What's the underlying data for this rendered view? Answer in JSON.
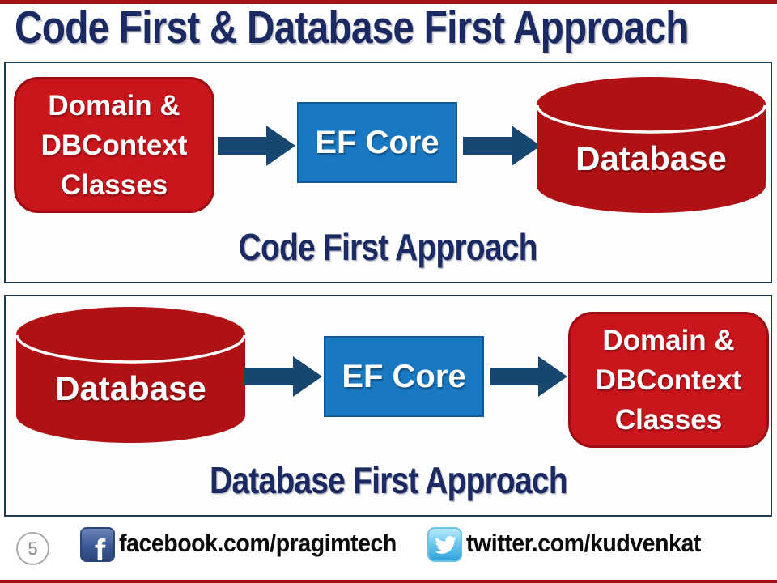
{
  "slide": {
    "title": "Code First & Database First Approach",
    "panels": [
      {
        "id": "code-first",
        "label": "Code First Approach",
        "nodes": [
          {
            "type": "rounded-rect",
            "lines": [
              "Domain &",
              "DBContext",
              "Classes"
            ]
          },
          {
            "type": "rect",
            "lines": [
              "EF Core"
            ]
          },
          {
            "type": "cylinder",
            "lines": [
              "Database"
            ]
          }
        ]
      },
      {
        "id": "database-first",
        "label": "Database First Approach",
        "nodes": [
          {
            "type": "cylinder",
            "lines": [
              "Database"
            ]
          },
          {
            "type": "rect",
            "lines": [
              "EF Core"
            ]
          },
          {
            "type": "rounded-rect",
            "lines": [
              "Domain &",
              "DBContext",
              "Classes"
            ]
          }
        ]
      }
    ],
    "footer": {
      "slide_number": "5",
      "facebook_handle": "facebook.com/pragimtech",
      "twitter_handle": "twitter.com/kudvenkat"
    },
    "icons": {
      "facebook_glyph": "f"
    },
    "colors": {
      "title_navy": "#1b2a63",
      "panel_border": "#1f3a56",
      "box_red": "#c9151c",
      "box_red_border": "#9c0d12",
      "cylinder_red": "#b01114",
      "ef_core_blue": "#1878c2",
      "ef_core_blue_border": "#0e5a9a",
      "arrow_navy": "#17476f",
      "edge_red": "#a11212",
      "facebook_blue": "#3b5998",
      "twitter_blue": "#2fa3dc"
    }
  }
}
